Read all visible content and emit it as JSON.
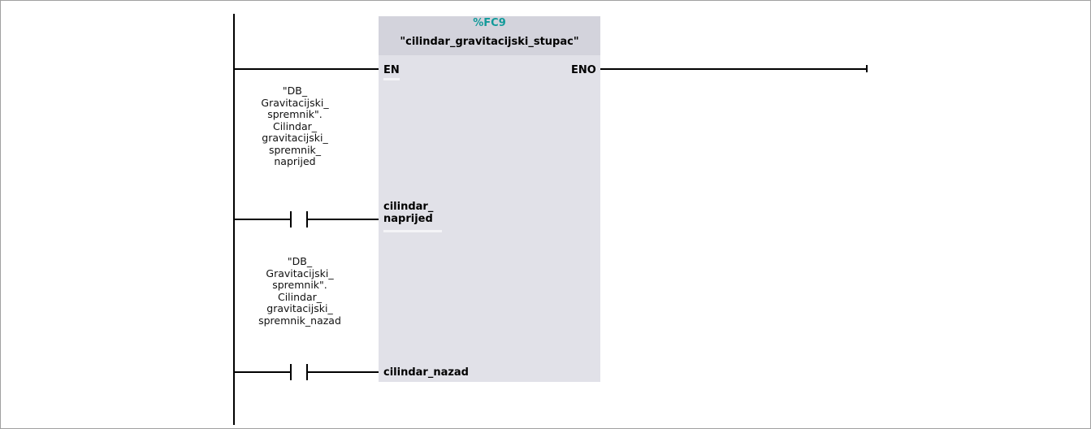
{
  "function_block": {
    "number": "%FC9",
    "name": "\"cilindar_gravitacijski_stupac\"",
    "pins": {
      "en": "EN",
      "eno": "ENO",
      "in1": [
        "cilindar_",
        "naprijed"
      ],
      "in2": "cilindar_nazad"
    }
  },
  "contacts": [
    {
      "operand_lines": [
        "\"DB_",
        "Gravitacijski_",
        "spremnik\".",
        "Cilindar_",
        "gravitacijski_",
        "spremnik_",
        "naprijed"
      ]
    },
    {
      "operand_lines": [
        "\"DB_",
        "Gravitacijski_",
        "spremnik\".",
        "Cilindar_",
        "gravitacijski_",
        "spremnik_nazad"
      ]
    }
  ]
}
